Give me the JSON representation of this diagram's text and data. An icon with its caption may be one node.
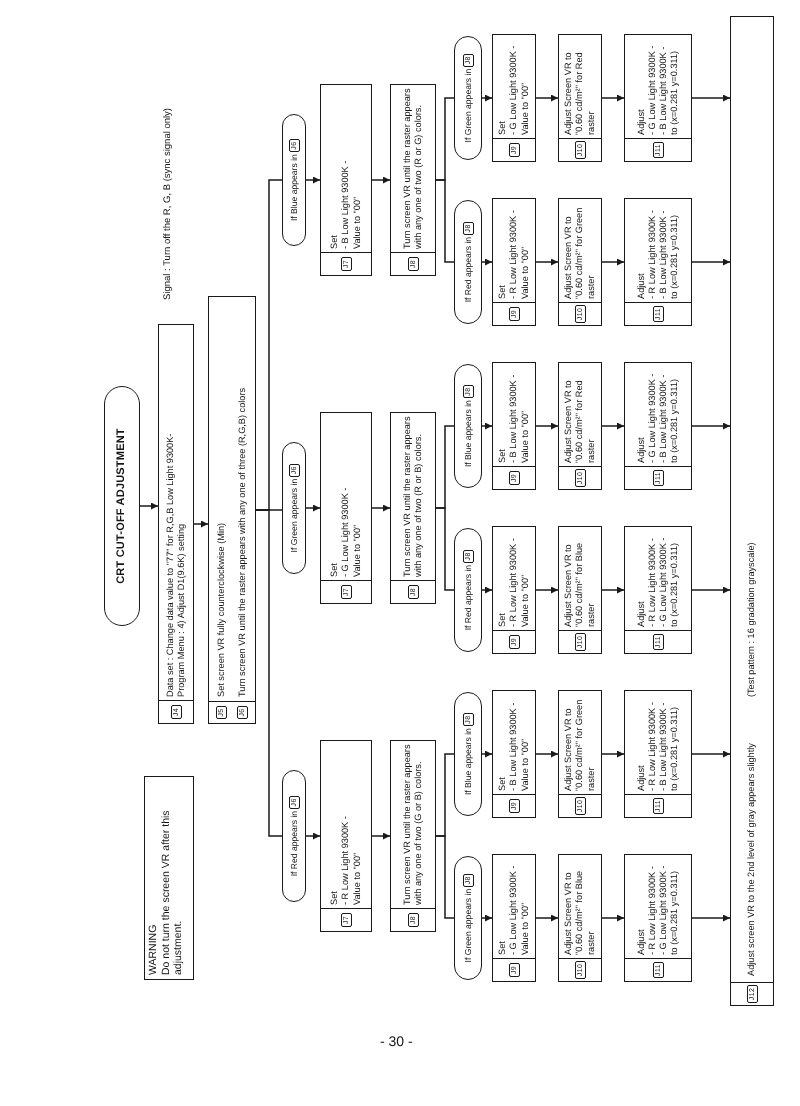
{
  "diagram": {
    "nodes": [
      {
        "text": [
          "CRT CUT-OFF ADJUSTMENT"
        ]
      },
      {
        "text": [
          "WARNING",
          "Do not turn the screen VR after this adjustment."
        ]
      },
      {
        "text": [
          "J4",
          "Data set : Change data value to \"77\" for R,G,B Low Light 9300K-",
          "Program Menu : 4) Adjust D1(9.6K) setting"
        ]
      },
      {
        "text": [
          "J5",
          "Set screen VR fully counterclockwise (Min)",
          "J6",
          "Turn screen VR until the raster appears with any one of three (R,G,B) colors"
        ]
      },
      {
        "text": [
          "If Red appears in",
          "J6"
        ]
      },
      {
        "text": [
          "If Green appears in",
          "J6"
        ]
      },
      {
        "text": [
          "If Blue appears in",
          "J6"
        ]
      },
      {
        "text": [
          "J7",
          "Set",
          "- R Low Light 9300K -",
          "Value to \"00\""
        ]
      },
      {
        "text": [
          "J7",
          "Set",
          "- G Low Light 9300K -",
          "Value to \"00\""
        ]
      },
      {
        "text": [
          "J7",
          "Set",
          "- B Low Light 9300K -",
          "Value to \"00\""
        ]
      },
      {
        "text": [
          "J8",
          "Turn screen VR until the raster appears with any one of two (G or B) colors."
        ]
      },
      {
        "text": [
          "J8",
          "Turn screen VR until the raster appears with any one of two (R or B) colors."
        ]
      },
      {
        "text": [
          "J8",
          "Turn screen VR until the raster appears with any one of two (R or G) colors."
        ]
      },
      {
        "text": [
          "If Green appears in",
          "J8"
        ]
      },
      {
        "text": [
          "If Blue appears in",
          "J8"
        ]
      },
      {
        "text": [
          "If Red appears in",
          "J8"
        ]
      },
      {
        "text": [
          "If Blue appears in",
          "J8"
        ]
      },
      {
        "text": [
          "If Red appears in",
          "J8"
        ]
      },
      {
        "text": [
          "If Green appears in",
          "J8"
        ]
      },
      {
        "text": [
          "J9",
          "Set",
          "- G Low Light 9300K -",
          "Value to \"00\""
        ]
      },
      {
        "text": [
          "J9",
          "Set",
          "- B Low Light 9300K -",
          "Value to \"00\""
        ]
      },
      {
        "text": [
          "J9",
          "Set",
          "- R Low Light 9300K -",
          "Value to \"00\""
        ]
      },
      {
        "text": [
          "J9",
          "Set",
          "- B Low Light 9300K -",
          "Value to \"00\""
        ]
      },
      {
        "text": [
          "J9",
          "Set",
          "- R Low Light 9300K -",
          "Value to \"00\""
        ]
      },
      {
        "text": [
          "J9",
          "Set",
          "- G Low Light 9300K -",
          "Value to \"00\""
        ]
      },
      {
        "text": [
          "J10",
          "Adjust Screen VR to \"0.60 cd/m²\" for Blue raster"
        ]
      },
      {
        "text": [
          "J10",
          "Adjust Screen VR to \"0.60 cd/m²\" for Green raster"
        ]
      },
      {
        "text": [
          "J10",
          "Adjust Screen VR to \"0.60 cd/m²\" for Blue raster"
        ]
      },
      {
        "text": [
          "J10",
          "Adjust Screen VR to \"0.60 cd/m²\" for Red raster"
        ]
      },
      {
        "text": [
          "J10",
          "Adjust Screen VR to \"0.60 cd/m²\" for Green raster"
        ]
      },
      {
        "text": [
          "J10",
          "Adjust Screen VR to \"0.60 cd/m²\" for Red raster"
        ]
      },
      {
        "text": [
          "J11",
          "Adjust",
          "- R Low Light 9300K -",
          "- G Low Light 9300K -",
          "to (x=0.281 y=0.311)"
        ]
      },
      {
        "text": [
          "J11",
          "Adjust",
          "- R Low Light 9300K -",
          "- B Low Light 9300K -",
          "to (x=0.281 y=0.311)"
        ]
      },
      {
        "text": [
          "J11",
          "Adjust",
          "- R Low Light 9300K -",
          "- G Low Light 9300K -",
          "to (x=0.281 y=0.311)"
        ]
      },
      {
        "text": [
          "J11",
          "Adjust",
          "- G Low Light 9300K -",
          "- B Low Light 9300K -",
          "to (x=0.281 y=0.311)"
        ]
      },
      {
        "text": [
          "J11",
          "Adjust",
          "- R Low Light 9300K -",
          "- B Low Light 9300K -",
          "to (x=0.281 y=0.311)"
        ]
      },
      {
        "text": [
          "J11",
          "Adjust",
          "- G Low Light 9300K -",
          "- B Low Light 9300K -",
          "to (x=0.281 y=0.311)"
        ]
      },
      {
        "text": [
          "J12",
          "Adjust screen VR to the 2nd level of gray appears slightly",
          "(Test pattern : 16 gradation grayscale)"
        ]
      }
    ],
    "edges": [
      {
        "from": 0,
        "to": 2,
        "arrow": "to"
      },
      {
        "from": 2,
        "to": 3,
        "arrow": "to"
      },
      {
        "from": 3,
        "to": 4,
        "arrow": "none"
      },
      {
        "from": 3,
        "to": 5,
        "arrow": "none"
      },
      {
        "from": 3,
        "to": 6,
        "arrow": "none"
      },
      {
        "from": 4,
        "to": 7,
        "arrow": "to"
      },
      {
        "from": 5,
        "to": 8,
        "arrow": "to"
      },
      {
        "from": 6,
        "to": 9,
        "arrow": "to"
      },
      {
        "from": 7,
        "to": 10,
        "arrow": "to"
      },
      {
        "from": 8,
        "to": 11,
        "arrow": "to"
      },
      {
        "from": 9,
        "to": 12,
        "arrow": "to"
      },
      {
        "from": 10,
        "to": 13,
        "arrow": "none"
      },
      {
        "from": 10,
        "to": 14,
        "arrow": "none"
      },
      {
        "from": 11,
        "to": 15,
        "arrow": "none"
      },
      {
        "from": 11,
        "to": 16,
        "arrow": "none"
      },
      {
        "from": 12,
        "to": 17,
        "arrow": "none"
      },
      {
        "from": 12,
        "to": 18,
        "arrow": "none"
      },
      {
        "from": 13,
        "to": 19,
        "arrow": "to"
      },
      {
        "from": 14,
        "to": 20,
        "arrow": "to"
      },
      {
        "from": 15,
        "to": 21,
        "arrow": "to"
      },
      {
        "from": 16,
        "to": 22,
        "arrow": "to"
      },
      {
        "from": 17,
        "to": 23,
        "arrow": "to"
      },
      {
        "from": 18,
        "to": 24,
        "arrow": "to"
      },
      {
        "from": 19,
        "to": 25,
        "arrow": "to"
      },
      {
        "from": 20,
        "to": 26,
        "arrow": "to"
      },
      {
        "from": 21,
        "to": 27,
        "arrow": "to"
      },
      {
        "from": 22,
        "to": 28,
        "arrow": "to"
      },
      {
        "from": 23,
        "to": 29,
        "arrow": "to"
      },
      {
        "from": 24,
        "to": 30,
        "arrow": "to"
      },
      {
        "from": 25,
        "to": 31,
        "arrow": "to"
      },
      {
        "from": 26,
        "to": 32,
        "arrow": "to"
      },
      {
        "from": 27,
        "to": 33,
        "arrow": "to"
      },
      {
        "from": 28,
        "to": 34,
        "arrow": "to"
      },
      {
        "from": 29,
        "to": 35,
        "arrow": "to"
      },
      {
        "from": 30,
        "to": 36,
        "arrow": "to"
      },
      {
        "from": 31,
        "to": 37,
        "arrow": "to"
      },
      {
        "from": 32,
        "to": 37,
        "arrow": "to"
      },
      {
        "from": 33,
        "to": 37,
        "arrow": "to"
      },
      {
        "from": 34,
        "to": 37,
        "arrow": "to"
      },
      {
        "from": 35,
        "to": 37,
        "arrow": "to"
      },
      {
        "from": 36,
        "to": 37,
        "arrow": "to"
      }
    ],
    "labels": [
      "Signal : Turn off the R, G, B (sync signal only)",
      "- 30 -"
    ]
  }
}
